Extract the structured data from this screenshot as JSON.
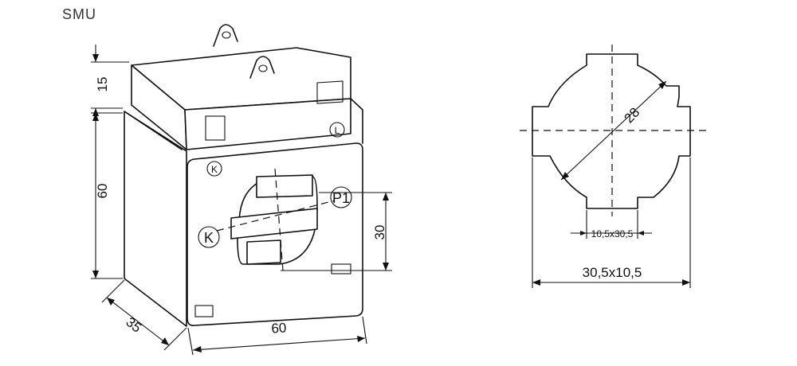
{
  "title": "SMU",
  "front_view": {
    "dimensions": {
      "top_height": "15",
      "body_height": "60",
      "depth": "35",
      "width": "60",
      "window_height": "30"
    },
    "terminal_marks": {
      "k_small": "K",
      "l_small": "L",
      "k_large": "K",
      "p1": "P1"
    }
  },
  "window_view": {
    "diagonal": "28",
    "inner_slot": "10,5x30,5",
    "outer_slot": "30,5x10,5"
  }
}
